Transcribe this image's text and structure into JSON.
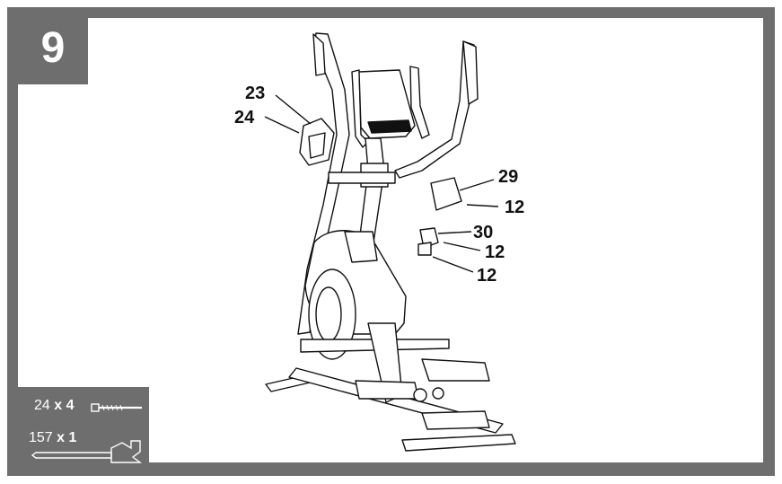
{
  "step": {
    "number": "9"
  },
  "callouts": [
    "23",
    "24",
    "29",
    "12",
    "30",
    "12",
    "12"
  ],
  "hardware": [
    {
      "part": "24",
      "qty": "x 4",
      "icon": "bolt-icon"
    },
    {
      "part": "157",
      "qty": "x 1",
      "icon": "wrench-icon"
    }
  ],
  "colors": {
    "frame": "#6e6e6e",
    "line": "#111111",
    "background": "#ffffff"
  }
}
